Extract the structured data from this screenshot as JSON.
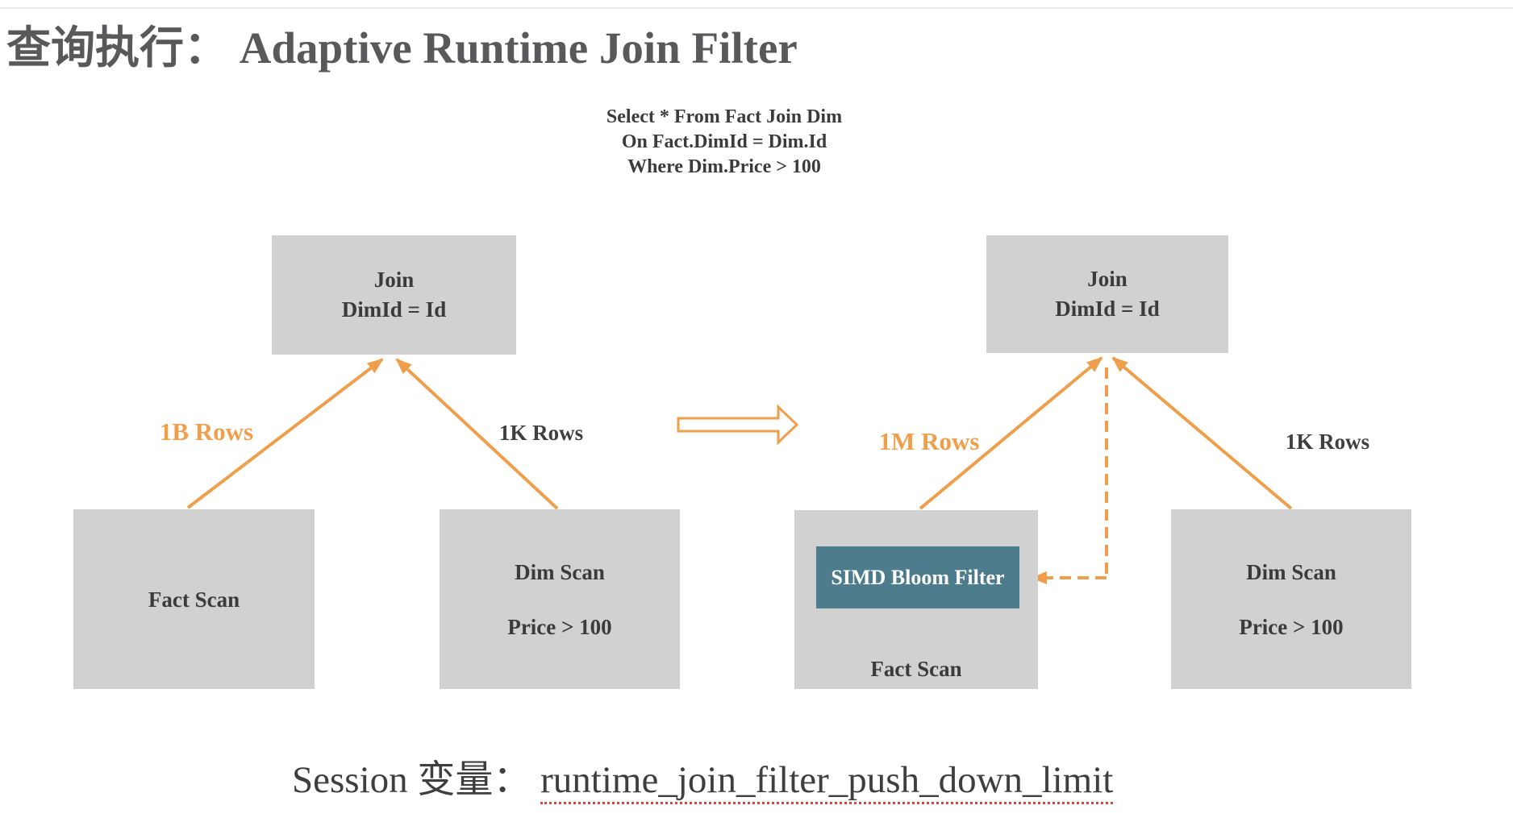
{
  "title": "查询执行： Adaptive Runtime Join Filter",
  "sql": {
    "line1": "Select * From Fact Join Dim",
    "line2": "On Fact.DimId = Dim.Id",
    "line3": "Where Dim.Price > 100"
  },
  "left_plan": {
    "join": {
      "line1": "Join",
      "line2": "DimId = Id"
    },
    "fact": {
      "label": "Fact Scan"
    },
    "dim": {
      "line1": "Dim Scan",
      "line2": "Price > 100"
    },
    "fact_edge_label": "1B Rows",
    "dim_edge_label": "1K Rows"
  },
  "right_plan": {
    "join": {
      "line1": "Join",
      "line2": "DimId = Id"
    },
    "fact": {
      "label": "Fact Scan"
    },
    "bloom": {
      "label": "SIMD Bloom Filter"
    },
    "dim": {
      "line1": "Dim Scan",
      "line2": "Price > 100"
    },
    "fact_edge_label": "1M Rows",
    "dim_edge_label": "1K Rows"
  },
  "footer": {
    "prefix": "Session 变量： ",
    "variable": "runtime_join_filter_push_down_limit"
  },
  "colors": {
    "box_gray": "#D1D1D1",
    "teal": "#4D7C8C",
    "orange": "#EF9F4B",
    "text_dark": "#3B3B3B",
    "title_gray": "#59595B",
    "red_underline": "#E04438"
  }
}
